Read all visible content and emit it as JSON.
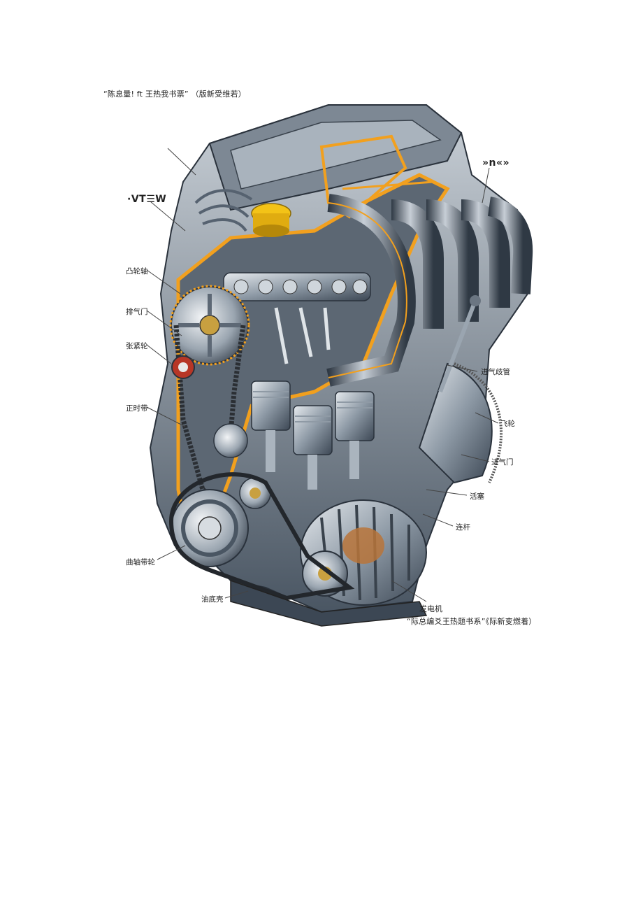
{
  "captions": {
    "top": "“陈息量! ft 王热我书票” （版新受维若）",
    "bottom": "“际总编爻王热题书系”《际新变燃着）"
  },
  "labels": {
    "top_left_small": "",
    "left_bold": "·VT☰W",
    "right_bold": "»n«»",
    "camshaft": "凸轮轴",
    "exhaust_valve": "排气门",
    "tensioner": "张紧轮",
    "timing_belt": "正时带",
    "crank_pulley": "曲轴带轮",
    "oil_pan": "油底壳",
    "intake_manifold": "进气歧管",
    "flywheel": "飞轮",
    "intake_valve": "进气门",
    "piston": "活塞",
    "connecting_rod": "连杆",
    "alternator": "发电机"
  },
  "colors": {
    "orange_section": "#f2a01e",
    "metal_dark": "#3c4754",
    "metal_mid": "#8e9aa6",
    "metal_light": "#d9dee3",
    "cap_yellow": "#f3c317"
  }
}
